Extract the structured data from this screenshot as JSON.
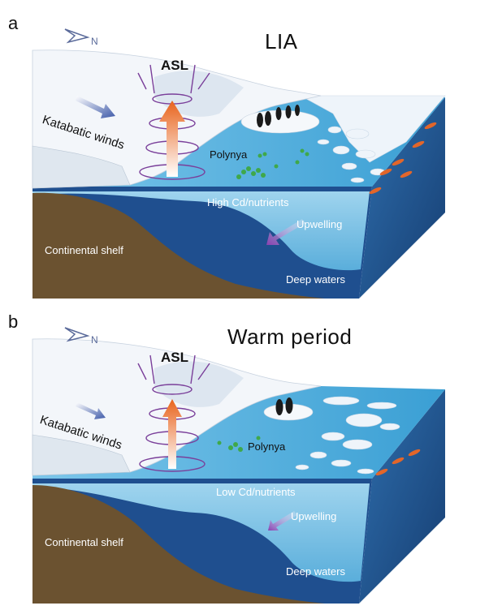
{
  "panels": [
    {
      "letter": "a",
      "title": "LIA",
      "asl": "ASL",
      "north": "N",
      "katabatic": "Katabatic winds",
      "polynya": "Polynya",
      "nutrients": "High Cd/nutrients",
      "upwelling": "Upwelling",
      "shelf": "Continental shelf",
      "deep": "Deep waters"
    },
    {
      "letter": "b",
      "title": "Warm period",
      "asl": "ASL",
      "north": "N",
      "katabatic": "Katabatic winds",
      "polynya": "Polynya",
      "nutrients": "Low Cd/nutrients",
      "upwelling": "Upwelling",
      "shelf": "Continental shelf",
      "deep": "Deep waters"
    }
  ],
  "colors": {
    "sea_surface": "#4fb3e0",
    "water_light": "#8ecbe8",
    "deep_blue": "#1f4f8f",
    "shelf_brown": "#6b5230",
    "ice": "#eef3f8",
    "asl_arrow": "#e8631c",
    "cyclone": "#7a3f9a",
    "algae": "#3fa84a",
    "krill": "#e2662a"
  }
}
